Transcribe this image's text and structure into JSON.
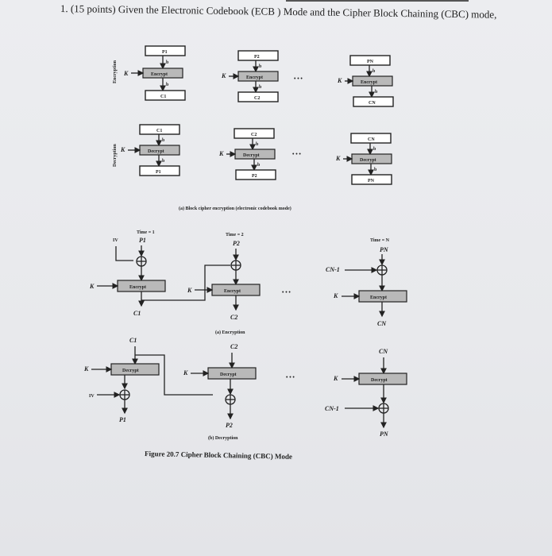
{
  "header": {
    "number": "1.",
    "text": "(15 points) Given the Electronic Codebook (ECB ) Mode and the Cipher Block Chaining (CBC) mode,"
  },
  "ecb": {
    "side_encryption": "Encryption",
    "side_decryption": "Decryption",
    "key": "K",
    "encrypt": "Encrypt",
    "decrypt": "Decrypt",
    "b": "b",
    "p1": "P1",
    "p2": "P2",
    "pn": "PN",
    "c1": "C1",
    "c2": "C2",
    "cn": "CN",
    "ellipsis": "• • •",
    "caption": "(a) Block cipher encryption (electronic codebook mode)"
  },
  "cbc": {
    "time1": "Time = 1",
    "time2": "Time = 2",
    "timen": "Time = N",
    "iv": "IV",
    "key": "K",
    "encrypt": "Encrypt",
    "decrypt": "Decrypt",
    "p1": "P1",
    "p2": "P2",
    "pn": "PN",
    "c1": "C1",
    "c2": "C2",
    "cn": "CN",
    "cn1": "CN-1",
    "ellipsis": "• • •",
    "enc_caption": "(a) Encryption",
    "dec_caption": "(b) Decryption",
    "figure_caption": "Figure 20.7 Cipher Block Chaining (CBC) Mode"
  }
}
